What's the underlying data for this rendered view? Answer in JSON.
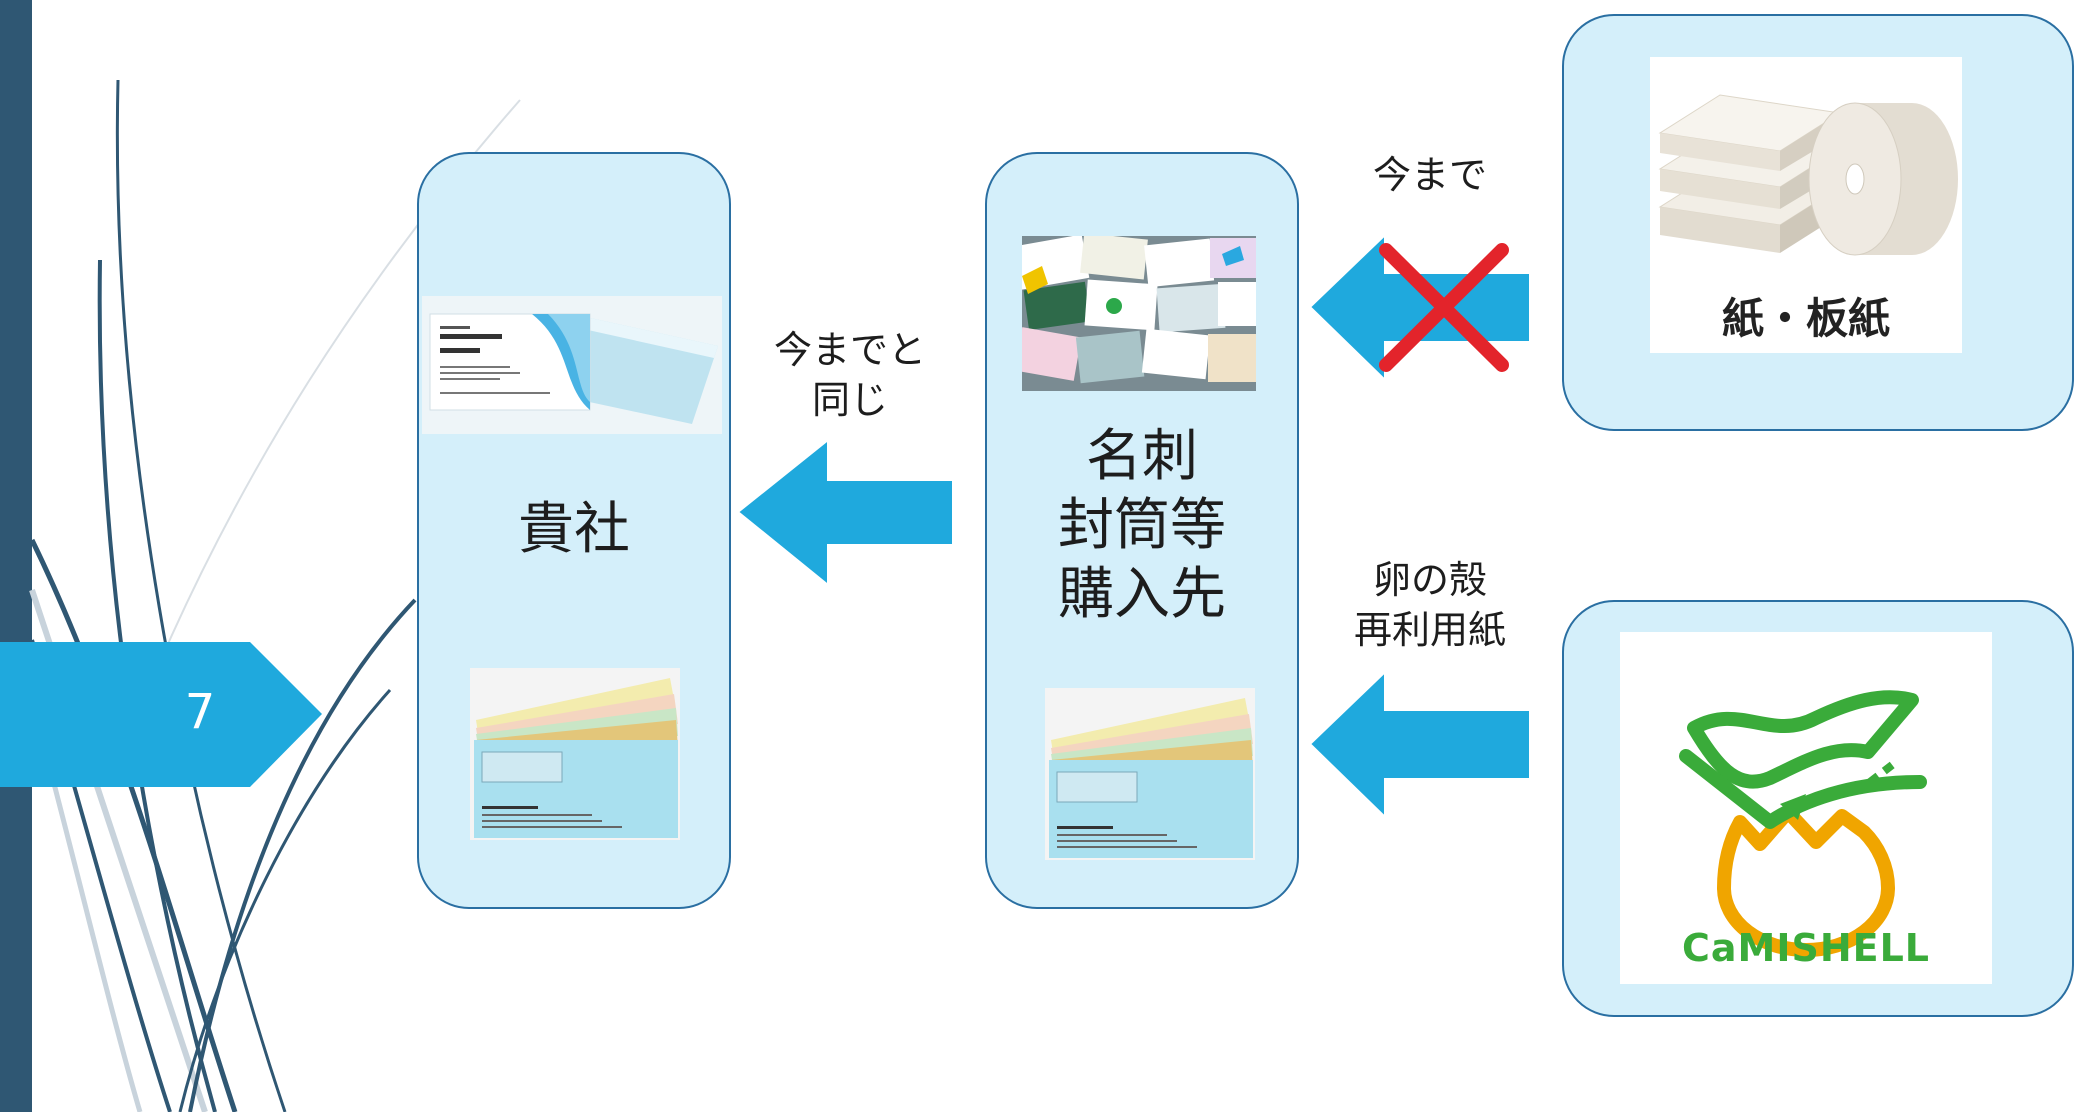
{
  "slide": {
    "page_number": "7"
  },
  "client_panel": {
    "label": "貴社"
  },
  "supplier_panel": {
    "label_lines": [
      "名刺",
      "封筒等",
      "購入先"
    ]
  },
  "arrows": {
    "to_client_label_lines": [
      "今までと",
      "同じ"
    ],
    "old_source_label": "今まで",
    "new_source_label_lines": [
      "卵の殻",
      "再利用紙"
    ]
  },
  "sources": {
    "paper_board_label": "紙・板紙",
    "camishell_logo_text": "CaMISHELL"
  },
  "colors": {
    "panel_fill": "#d4effa",
    "panel_border": "#2a6fa2",
    "arrow": "#1fa9dd",
    "cross": "#e3242b",
    "sidebar": "#2f5773",
    "logo_green": "#3aab3a",
    "logo_orange": "#f0a500"
  },
  "icons": [
    "cross-mark-icon",
    "paper-roll-icon",
    "camishell-logo-icon"
  ]
}
